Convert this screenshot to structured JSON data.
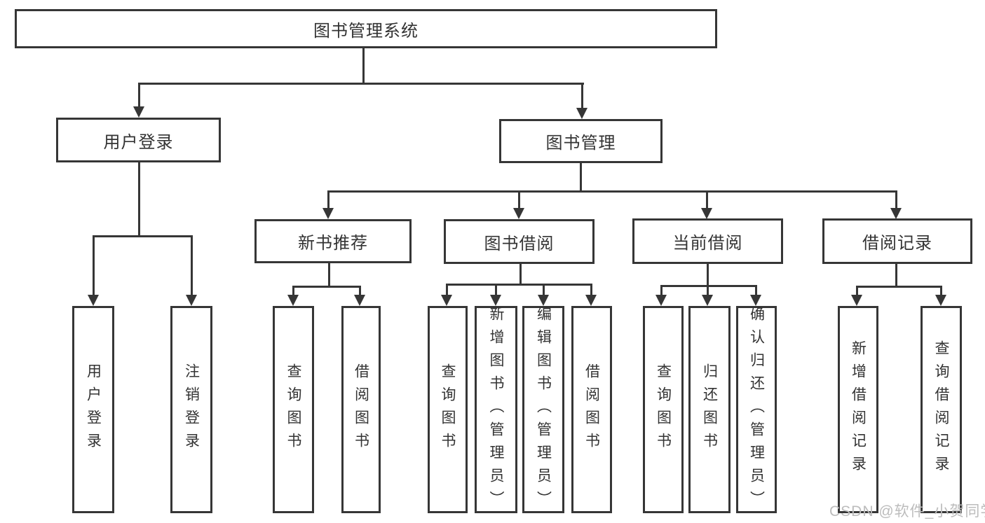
{
  "tree": {
    "root": {
      "label": "图书管理系统"
    },
    "level2": [
      {
        "label": "用户登录"
      },
      {
        "label": "图书管理"
      }
    ],
    "level3": [
      {
        "label": "新书推荐"
      },
      {
        "label": "图书借阅"
      },
      {
        "label": "当前借阅"
      },
      {
        "label": "借阅记录"
      }
    ],
    "leaves": {
      "user_login": [
        "用户登录",
        "注销登录"
      ],
      "new_books": [
        "查询图书",
        "借阅图书"
      ],
      "book_borrow": [
        "查询图书",
        "新增图书（管理员）",
        "编辑图书（管理员）",
        "借阅图书"
      ],
      "current_borrow": [
        "查询图书",
        "归还图书",
        "确认归还（管理员）"
      ],
      "borrow_records": [
        "新增借阅记录",
        "查询借阅记录"
      ]
    }
  },
  "watermark": "CSDN @软件_小贺同学",
  "colors": {
    "line": "#363636",
    "text": "#333333",
    "watermark": "#bcbcbc",
    "background": "#ffffff"
  }
}
